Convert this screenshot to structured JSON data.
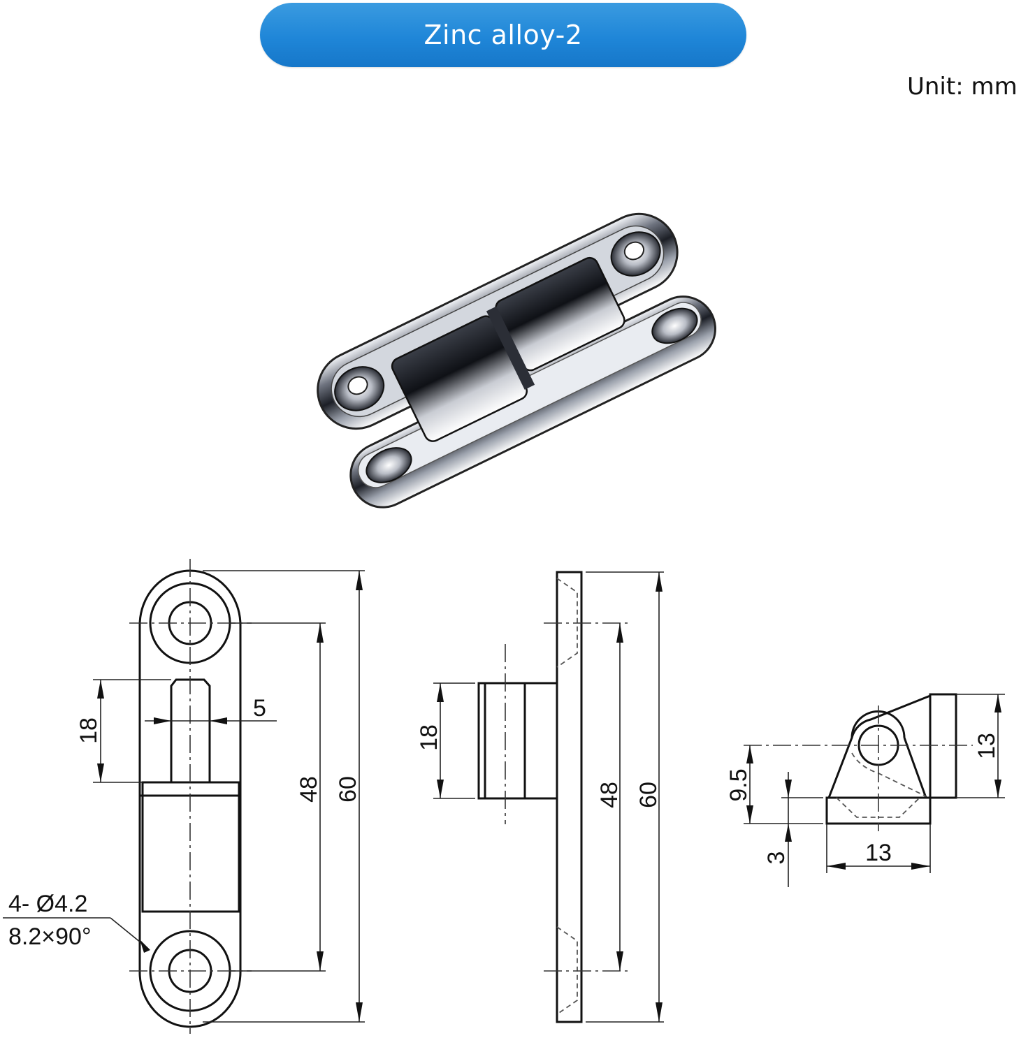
{
  "header": {
    "title": "Zinc alloy-2",
    "unit_label": "Unit:  mm",
    "title_color": "#1f86d8"
  },
  "product_photo": {
    "description": "chrome zinc alloy hinge, isometric view"
  },
  "front_view": {
    "pin_length": "18",
    "pin_diameter": "5",
    "hole_spacing": "48",
    "overall_length": "60",
    "hole_callout_line1": "4- Ø4.2",
    "hole_callout_line2": "8.2×90°"
  },
  "side_view": {
    "knuckle_length": "18",
    "hole_spacing": "48",
    "overall_length": "60"
  },
  "end_view": {
    "height": "13",
    "pivot_height": "9.5",
    "base_thickness": "3",
    "base_width": "13"
  }
}
